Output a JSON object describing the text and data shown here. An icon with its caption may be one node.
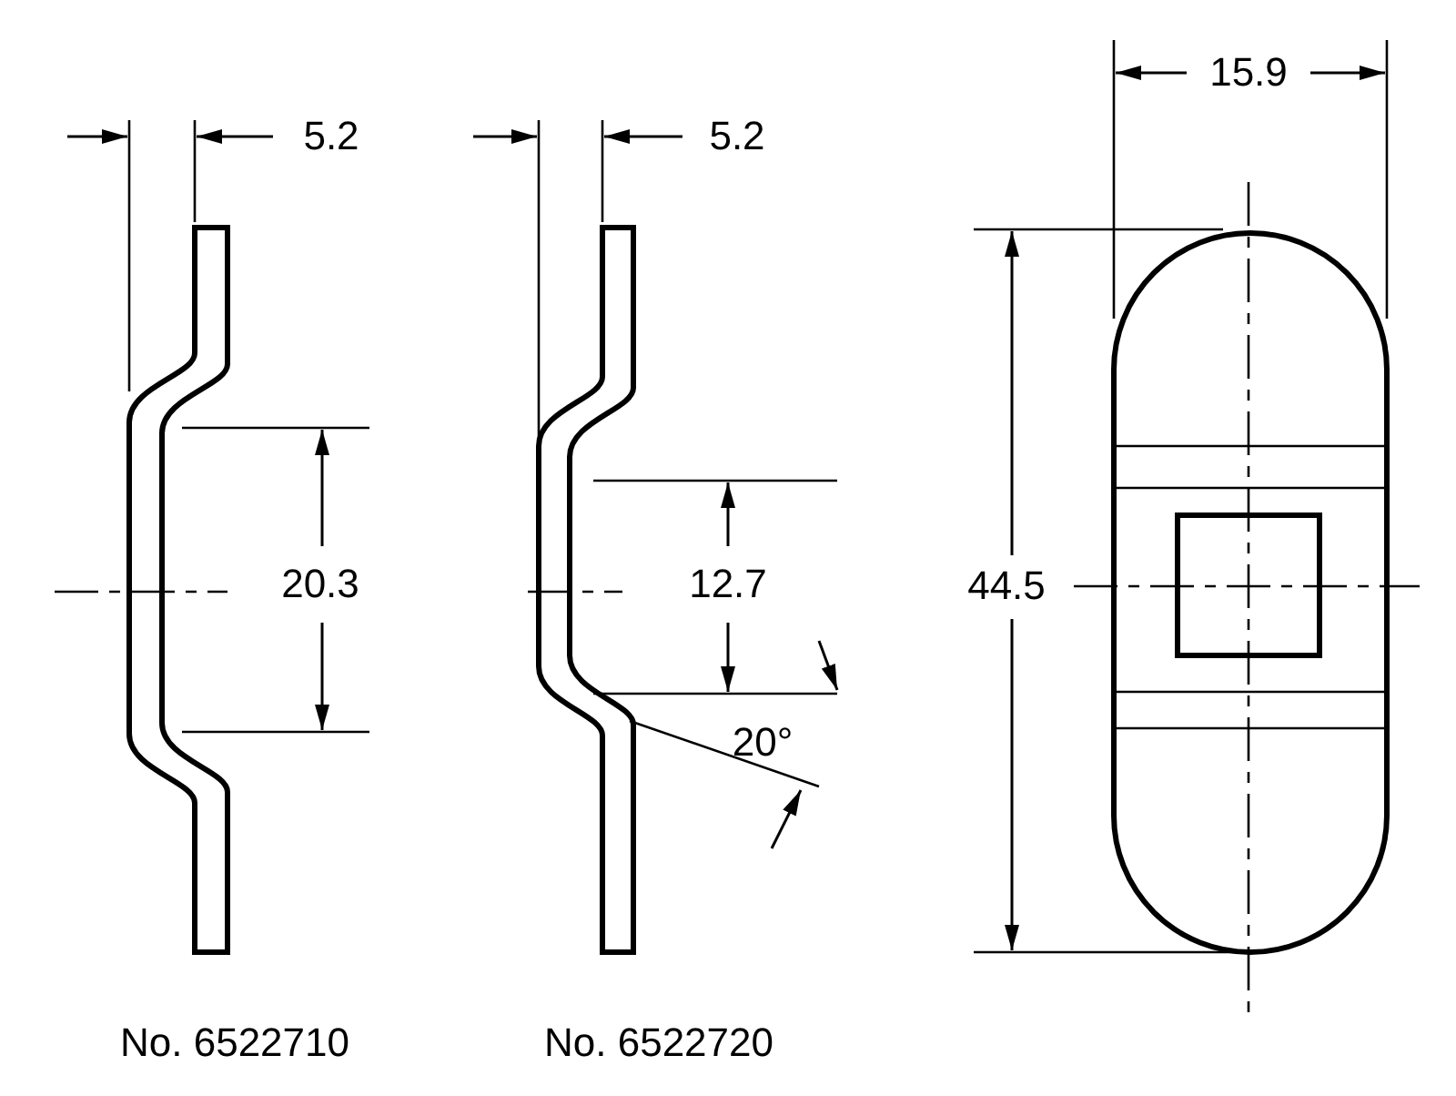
{
  "diagram": {
    "labels": [
      "5.2",
      "5.2",
      "15.9",
      "20.3",
      "12.7",
      "44.5",
      "20°",
      "No. 6522710",
      "No. 6522720"
    ]
  }
}
